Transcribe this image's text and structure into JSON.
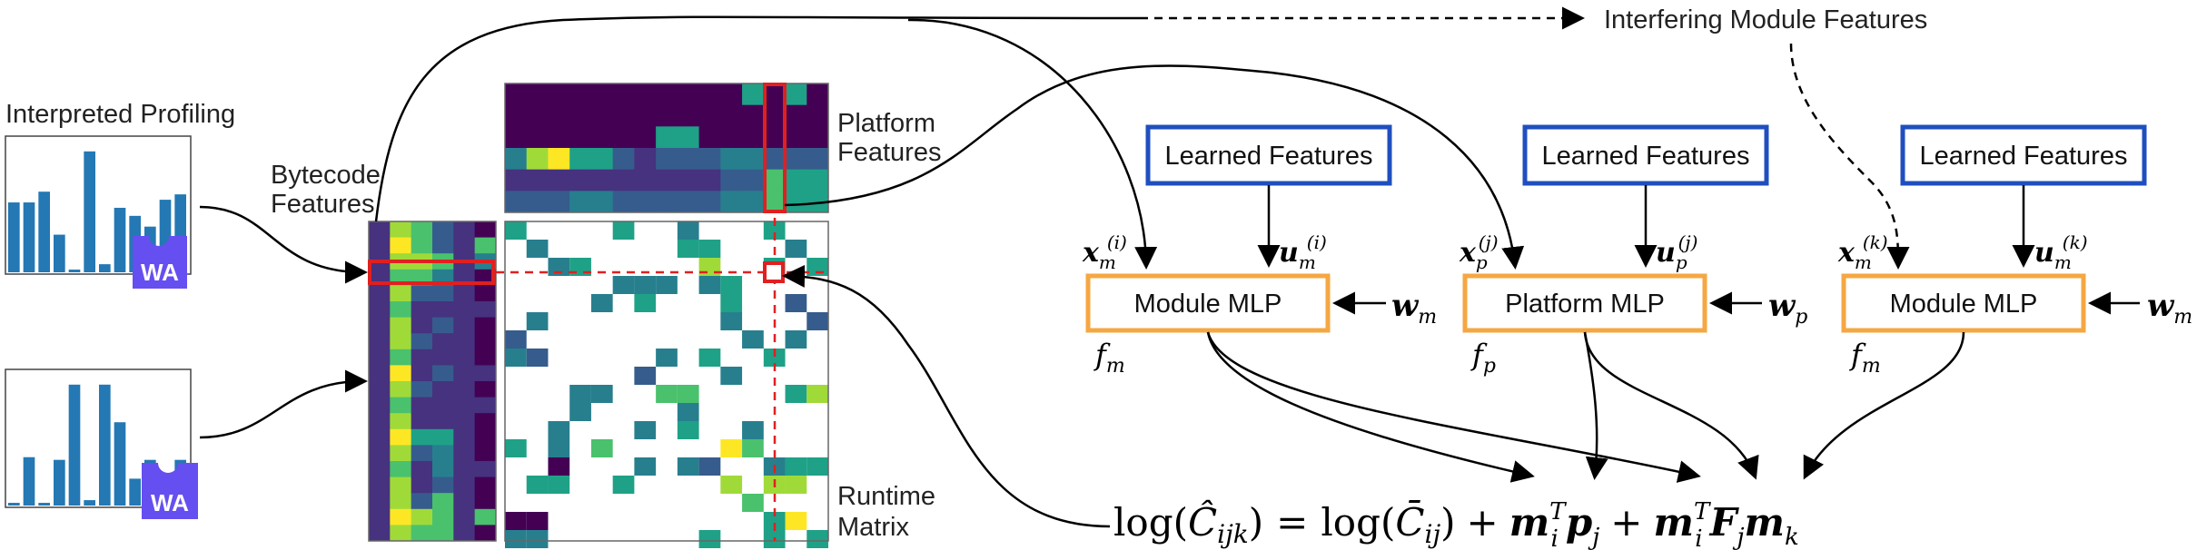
{
  "labels": {
    "interpreted_profiling": "Interpreted Profiling",
    "bytecode_features_1": "Bytecode",
    "bytecode_features_2": "Features",
    "platform_features_1": "Platform",
    "platform_features_2": "Features",
    "runtime_matrix_1": "Runtime",
    "runtime_matrix_2": "Matrix",
    "interfering": "Interfering Module Features",
    "wa_badge": "WA"
  },
  "learned": [
    {
      "label": "Learned Features"
    },
    {
      "label": "Learned Features"
    },
    {
      "label": "Learned Features"
    }
  ],
  "mlps": [
    {
      "label": "Module MLP",
      "fn": "f",
      "fn_sub": "m",
      "x_sym": "x",
      "x_sub": "m",
      "x_sup": "(i)",
      "u_sym": "u",
      "u_sub": "m",
      "u_sup": "(i)",
      "w_sym": "w",
      "w_sub": "m"
    },
    {
      "label": "Platform MLP",
      "fn": "f",
      "fn_sub": "p",
      "x_sym": "x",
      "x_sub": "p",
      "x_sup": "(j)",
      "u_sym": "u",
      "u_sub": "p",
      "u_sup": "(j)",
      "w_sym": "w",
      "w_sub": "p"
    },
    {
      "label": "Module MLP",
      "fn": "f",
      "fn_sub": "m",
      "x_sym": "x",
      "x_sub": "m",
      "x_sup": "(k)",
      "u_sym": "u",
      "u_sub": "m",
      "u_sup": "(k)",
      "w_sym": "w",
      "w_sub": "m"
    }
  ],
  "equation": {
    "log": "log",
    "C_hat": "Ĉ",
    "C_hat_sub": "ijk",
    "eq": "=",
    "C_bar": "C̄",
    "C_bar_sub": "ij",
    "plus": "+",
    "m": "m",
    "sub_i": "i",
    "sup_T": "T",
    "p": "p",
    "sub_j": "j",
    "F": "F",
    "sub_k": "k"
  },
  "colors": {
    "learned_border": "#1f4fbf",
    "mlp_border": "#f5a742",
    "highlight": "#e02020",
    "bar": "#2478b4",
    "wa": "#654ff0"
  },
  "profiles": [
    {
      "bars": [
        0.52,
        0.52,
        0.6,
        0.28,
        0.02,
        0.9,
        0.06,
        0.48,
        0.42,
        0.34,
        0.54,
        0.58
      ]
    },
    {
      "bars": [
        0.02,
        0.36,
        0.02,
        0.34,
        0.9,
        0.04,
        0.9,
        0.62,
        0.2,
        0.34,
        0.22,
        0.34
      ]
    }
  ]
}
